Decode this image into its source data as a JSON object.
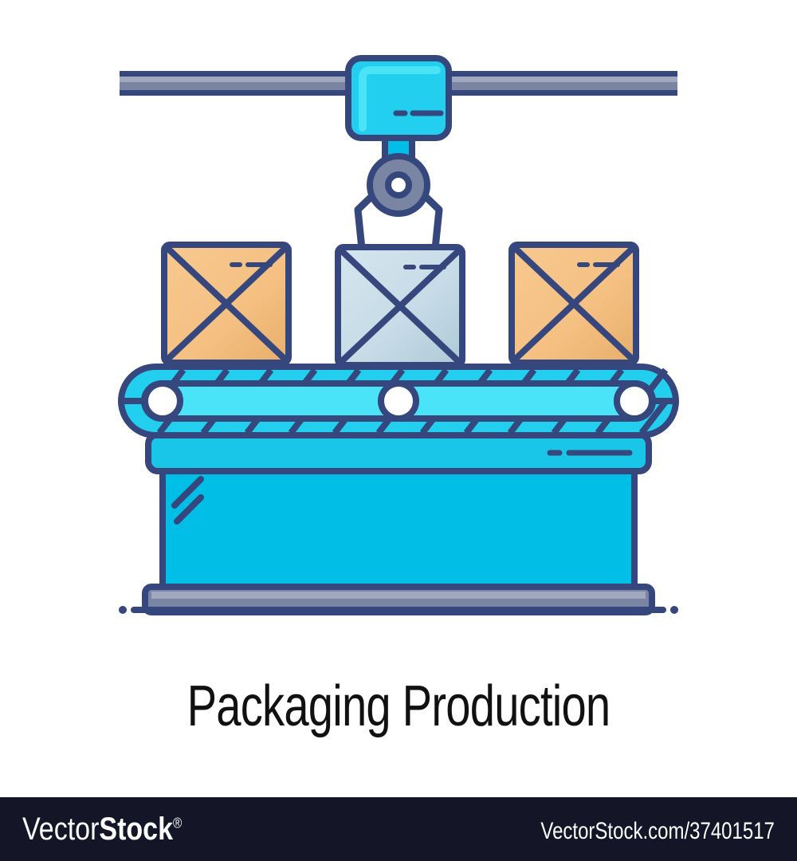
{
  "artwork": {
    "title": "Packaging Production",
    "subject": "packaging-production-conveyor-icon",
    "elements": {
      "rail": "overhead-rail",
      "carriage": "crane-carriage-block",
      "pulley": "crane-pulley-wheel",
      "gripper": "crane-gripper-claw",
      "conveyor": "conveyor-belt",
      "rollers": 3,
      "boxes": 3,
      "table": "conveyor-table",
      "base": "table-base",
      "ground": "ground-line"
    },
    "boxes": [
      {
        "name": "box-left",
        "fill": "#F5C183",
        "shade": "#E8AE6B"
      },
      {
        "name": "box-center",
        "fill": "#C7DCE7",
        "shade": "#AEC9D7"
      },
      {
        "name": "box-right",
        "fill": "#F5C183",
        "shade": "#E8AE6B"
      }
    ]
  },
  "colors": {
    "outline": "#35477D",
    "cyan_bright": "#4BE3F7",
    "cyan": "#22CFEE",
    "cyan_mid": "#19C6E8",
    "cyan_deep": "#00BEE6",
    "gray": "#7A84A3",
    "gray_light": "#A0A8C0",
    "gray_dark": "#626C8C",
    "white": "#FFFFFF",
    "box_orange": "#F5C183",
    "box_blue": "#C7DCE7",
    "footer_bg": "#141527",
    "text": "#111111"
  },
  "footer": {
    "logo_light": "Vector",
    "logo_bold": "Stock",
    "logo_mark": "®",
    "url": "VectorStock.com/37401517"
  }
}
